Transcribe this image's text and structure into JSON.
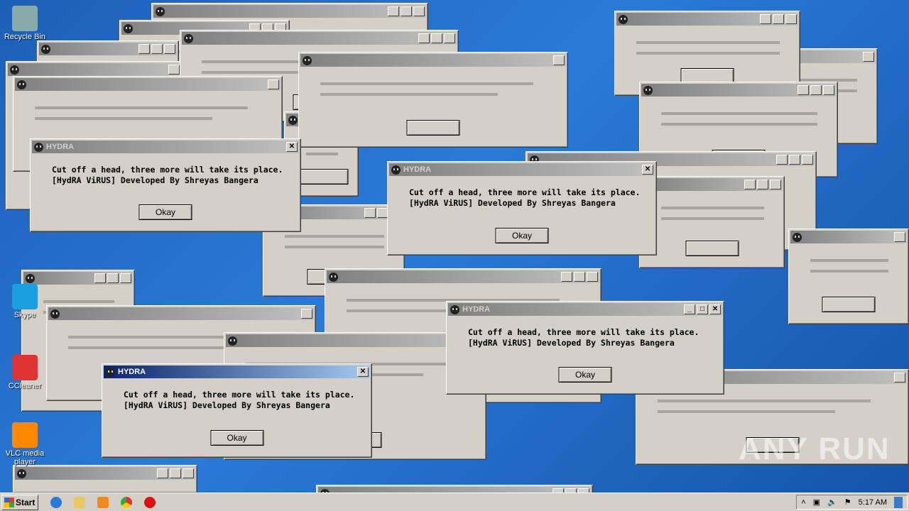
{
  "desktop": {
    "icons": [
      {
        "label": "Recycle Bin",
        "icon": "recycle-bin-icon"
      },
      {
        "label": "Skype",
        "icon": "skype-icon"
      },
      {
        "label": "CCleaner",
        "icon": "ccleaner-icon"
      },
      {
        "label": "VLC media player",
        "icon": "vlc-icon"
      }
    ]
  },
  "dialog": {
    "title": "HYDRA",
    "line1": "Cut off a head, three more will take its place.",
    "line2": "[HydRA ViRUS] Developed By Shreyas Bangera",
    "ok_label": "Okay",
    "minimize": "_",
    "maximize": "□",
    "close": "✕"
  },
  "taskbar": {
    "start_label": "Start",
    "quick_launch": [
      "internet-explorer-icon",
      "file-explorer-icon",
      "media-player-icon",
      "chrome-icon",
      "opera-icon"
    ],
    "clock": "5:17 AM",
    "tray": [
      "show-hidden-icon",
      "network-icon",
      "volume-icon",
      "action-center-flag-icon"
    ]
  },
  "watermark": "ANY RUN",
  "colors": {
    "inactive_title": "#808080",
    "active_title": "#0a246a",
    "dialog_bg": "#d4d0c8",
    "desktop": "#1d5fb8"
  }
}
